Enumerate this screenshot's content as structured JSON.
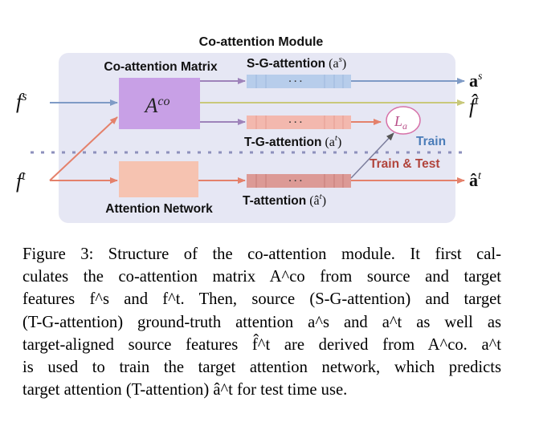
{
  "diagram": {
    "module_title": "Co-attention Module",
    "coattention_matrix_label": "Co-attention Matrix",
    "attention_network_label": "Attention Network",
    "sg_attention_label": "S-G-attention",
    "sg_attention_symbol": "(a",
    "sg_attention_sup": "s",
    "tg_attention_label": "T-G-attention",
    "tg_attention_symbol": "(a",
    "tg_attention_sup": "t",
    "t_attention_label": "T-attention",
    "t_attention_symbol": "(â",
    "t_attention_sup": "t",
    "close_paren": ")",
    "ellipsis": "· · ·",
    "matrix_symbol_base": "A",
    "matrix_symbol_sup": "co",
    "loss_base": "L",
    "loss_sub": "a",
    "train_label": "Train",
    "train_test_label": "Train & Test",
    "input_fs_base": "f",
    "input_fs_sup": "s",
    "input_ft_base": "f",
    "input_ft_sup": "t",
    "output_as_base": "a",
    "output_as_sup": "s",
    "output_fhat_base": "f̂",
    "output_fhat_sup": "t",
    "output_ahat_base": "â",
    "output_ahat_sup": "t",
    "colors": {
      "module_bg": "#e6e7f4",
      "matrix_fill": "#c8a0e6",
      "network_fill": "#f6c3b1",
      "sg_bar": "#b7cdeb",
      "tg_bar": "#f3b8ae",
      "t_bar": "#dc9a96",
      "blue_arrow": "#7f9bc6",
      "yellow_arrow": "#c8c87a",
      "orange_arrow": "#e4816b",
      "purple_arrow": "#9e83ba",
      "loss_circle": "#d771a8",
      "train_text": "#4a7cb8",
      "train_test_text": "#b1443c"
    }
  },
  "caption": {
    "lines": [
      "Figure 3: Structure of the co-attention module. It first cal-",
      "culates the co-attention matrix A^co from source and target",
      "features f^s and f^t. Then, source (S-G-attention) and target",
      "(T-G-attention) ground-truth attention a^s and a^t as well as",
      "target-aligned source features f̂^t are derived from A^co. a^t",
      "is used to train the target attention network, which predicts",
      "target attention (T-attention) â^t for test time use."
    ]
  }
}
